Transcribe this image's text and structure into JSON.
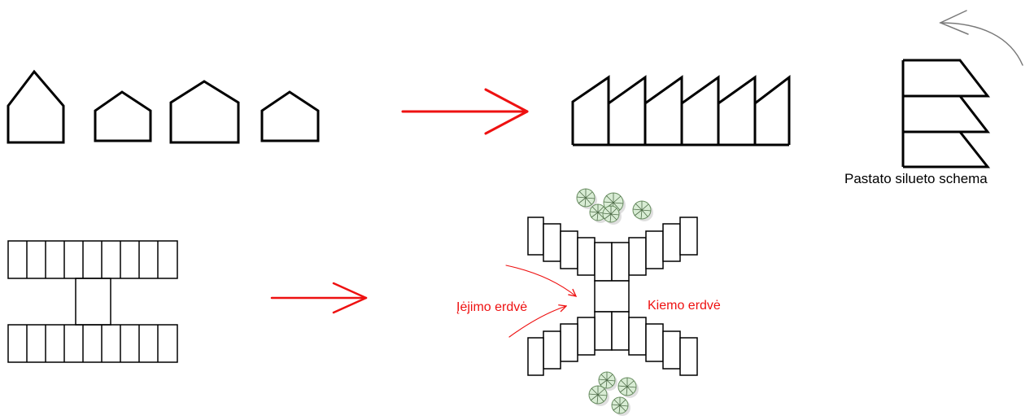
{
  "labels": {
    "silhouette_caption": "Pastato silueto schema",
    "entrance_space": "Įėjimo erdvė",
    "yard_space": "Kiemo erdvė"
  },
  "colors": {
    "stroke": "#000000",
    "accent_arrow": "#ee1111",
    "tree_fill": "#d8ecd4",
    "tree_stroke": "#6a8f62",
    "tree_shadow": "#c4c4c4",
    "curve_arrow": "#7a7a7a"
  },
  "icons": [
    "house-icon",
    "sawtooth-roof-icon",
    "stacked-floors-icon",
    "tree-icon",
    "arrow-icon"
  ]
}
